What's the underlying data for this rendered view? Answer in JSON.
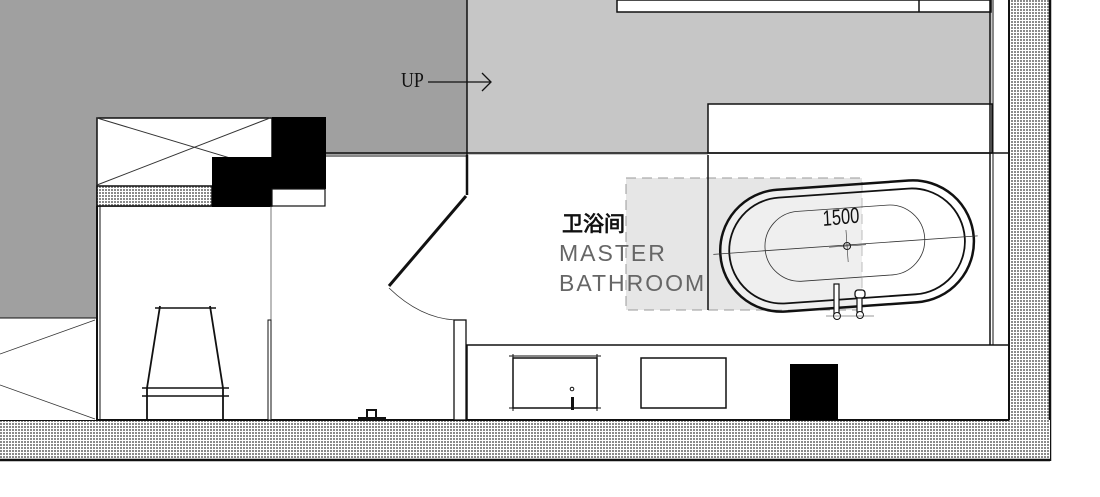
{
  "plan": {
    "stair_label": "UP",
    "room": {
      "name_cn": "卫浴间",
      "name_en_line1": "MASTER",
      "name_en_line2": "BATHROOM"
    },
    "bathtub_dimension": "1500",
    "colors": {
      "dark_gray_zone": "#a0a0a0",
      "light_gray_zone": "#c6c6c6",
      "wall_line": "#111111",
      "hatch_wall": "#9a9a9a",
      "fixture_fill": "#000000",
      "label_gray": "#666666"
    },
    "icons": [
      "stair-arrow-icon",
      "bathtub-icon",
      "toilet-icon",
      "sink-icon",
      "door-swing-icon"
    ]
  }
}
